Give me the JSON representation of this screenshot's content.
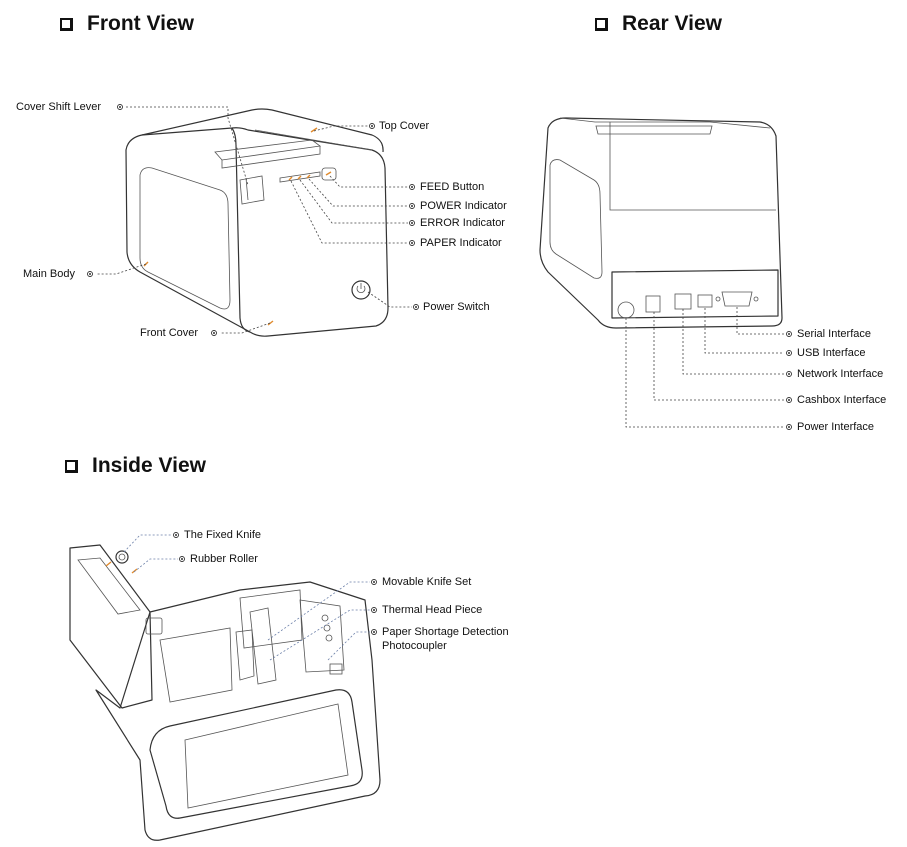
{
  "sections": {
    "front": "Front View",
    "rear": "Rear View",
    "inside": "Inside View"
  },
  "front_labels": {
    "cover_shift_lever": "Cover Shift Lever",
    "top_cover": "Top Cover",
    "feed_button": "FEED Button",
    "power_indicator": "POWER Indicator",
    "error_indicator": "ERROR Indicator",
    "paper_indicator": "PAPER Indicator",
    "main_body": "Main Body",
    "power_switch": "Power Switch",
    "front_cover": "Front Cover"
  },
  "rear_labels": {
    "serial_interface": "Serial Interface",
    "usb_interface": "USB Interface",
    "network_interface": "Network Interface",
    "cashbox_interface": "Cashbox Interface",
    "power_interface": "Power Interface"
  },
  "inside_labels": {
    "fixed_knife": "The Fixed Knife",
    "rubber_roller": "Rubber Roller",
    "movable_knife_set": "Movable Knife Set",
    "thermal_head_piece": "Thermal Head Piece",
    "paper_shortage_line1": "Paper Shortage Detection",
    "paper_shortage_line2": "Photocoupler"
  },
  "colors": {
    "outline": "#333333",
    "accent": "#e08a2c",
    "leader_blue": "#6b7fa8"
  }
}
